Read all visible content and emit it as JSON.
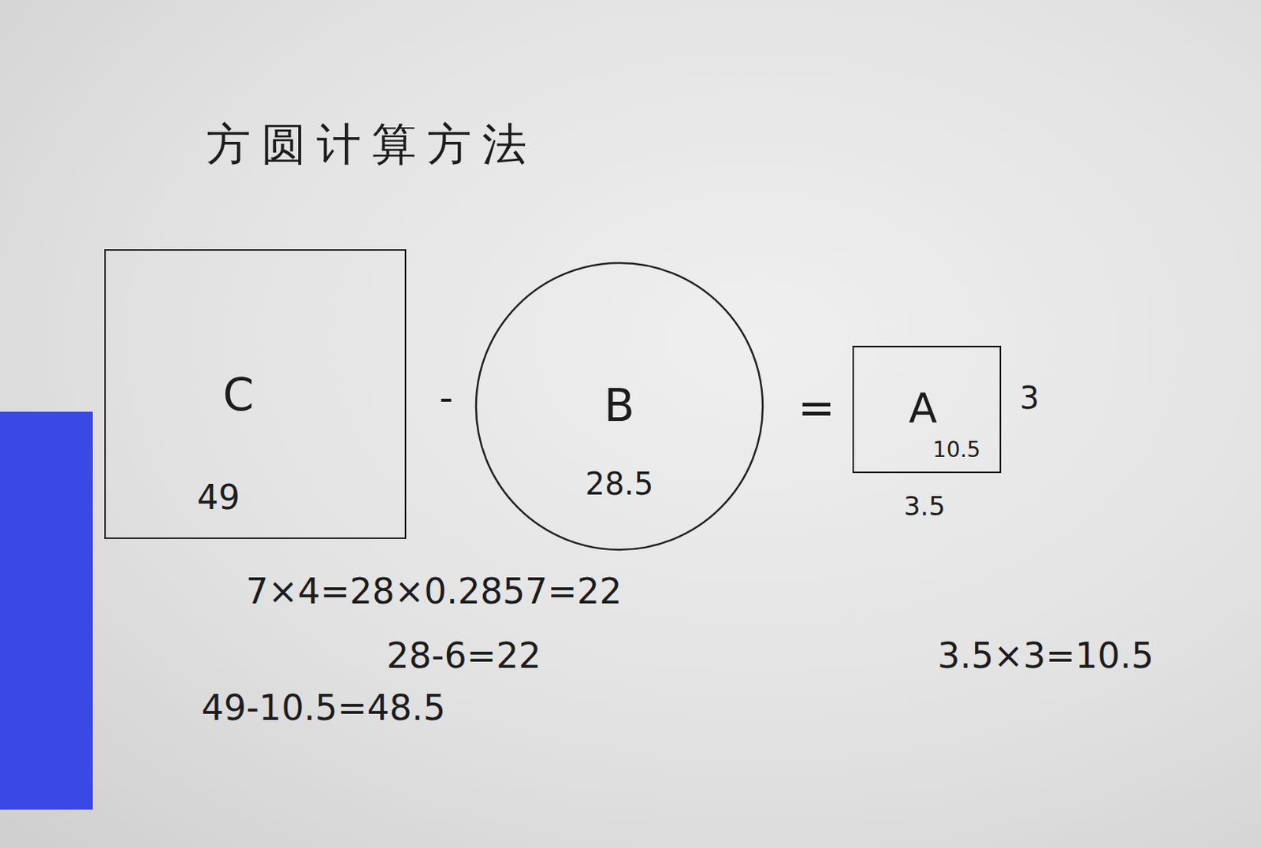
{
  "diagram": {
    "title": "方圆计算方法",
    "nodes": [
      {
        "text": [
          "C",
          "49"
        ]
      },
      {
        "text": [
          "B",
          "28.5"
        ]
      },
      {
        "text": [
          "A",
          "10.5"
        ]
      }
    ],
    "labels": [
      "-",
      "=",
      "3",
      "3.5",
      "7×4=28×0.2857=22",
      "28-6=22",
      "49-10.5=48.5",
      "3.5×3=10.5"
    ]
  }
}
